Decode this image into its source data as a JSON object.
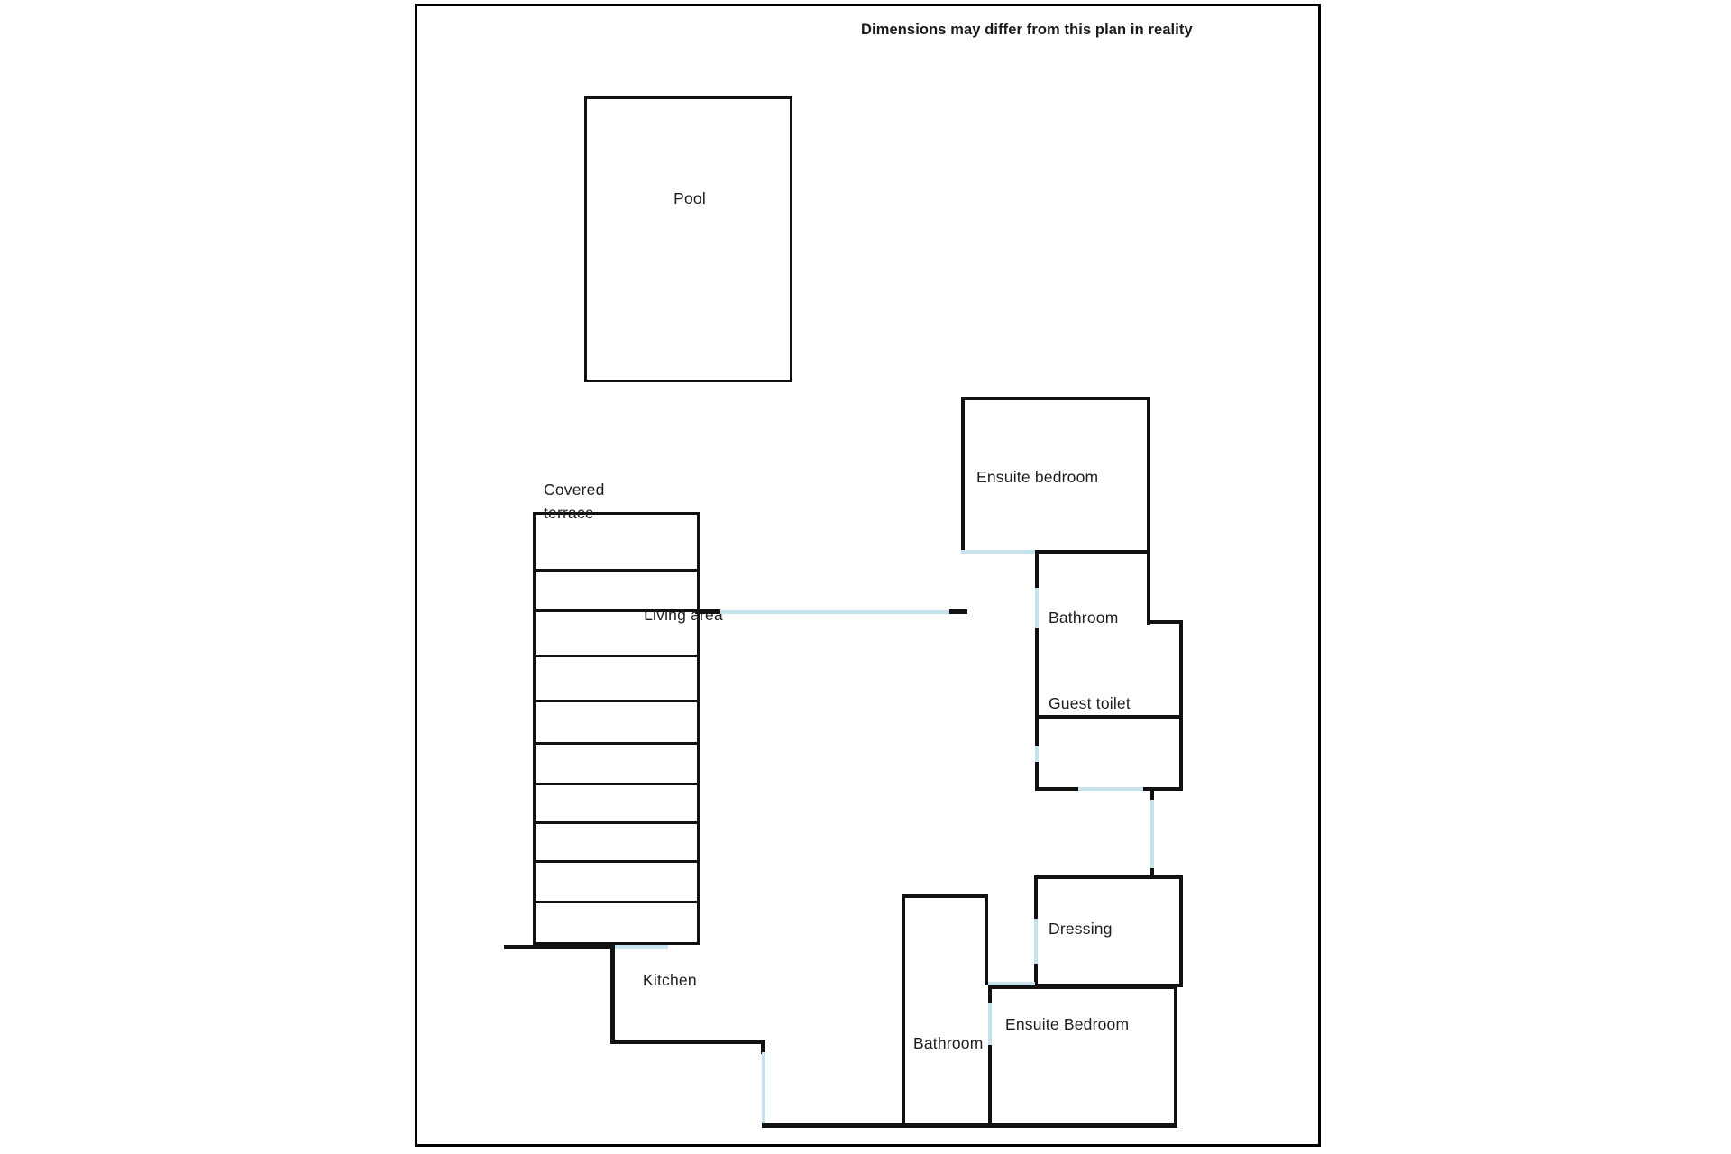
{
  "document": {
    "disclaimer": "Dimensions may differ from this plan in reality",
    "type": "floor-plan"
  },
  "colors": {
    "wall": "#111111",
    "door_opening": "#c7e4ee",
    "background": "#ffffff",
    "text": "#1d1d1d"
  },
  "rooms": {
    "pool": {
      "label": "Pool"
    },
    "terrace": {
      "label_line1": "Covered",
      "label_line2": "terrace"
    },
    "living_area": {
      "label": "Living area"
    },
    "kitchen": {
      "label": "Kitchen"
    },
    "ensuite_bedroom_top": {
      "label": "Ensuite bedroom"
    },
    "bathroom_upper": {
      "label": "Bathroom"
    },
    "guest_toilet": {
      "label": "Guest toilet"
    },
    "dressing": {
      "label": "Dressing"
    },
    "ensuite_bedroom_bottom": {
      "label": "Ensuite Bedroom"
    },
    "bathroom_lower": {
      "label": "Bathroom"
    }
  }
}
